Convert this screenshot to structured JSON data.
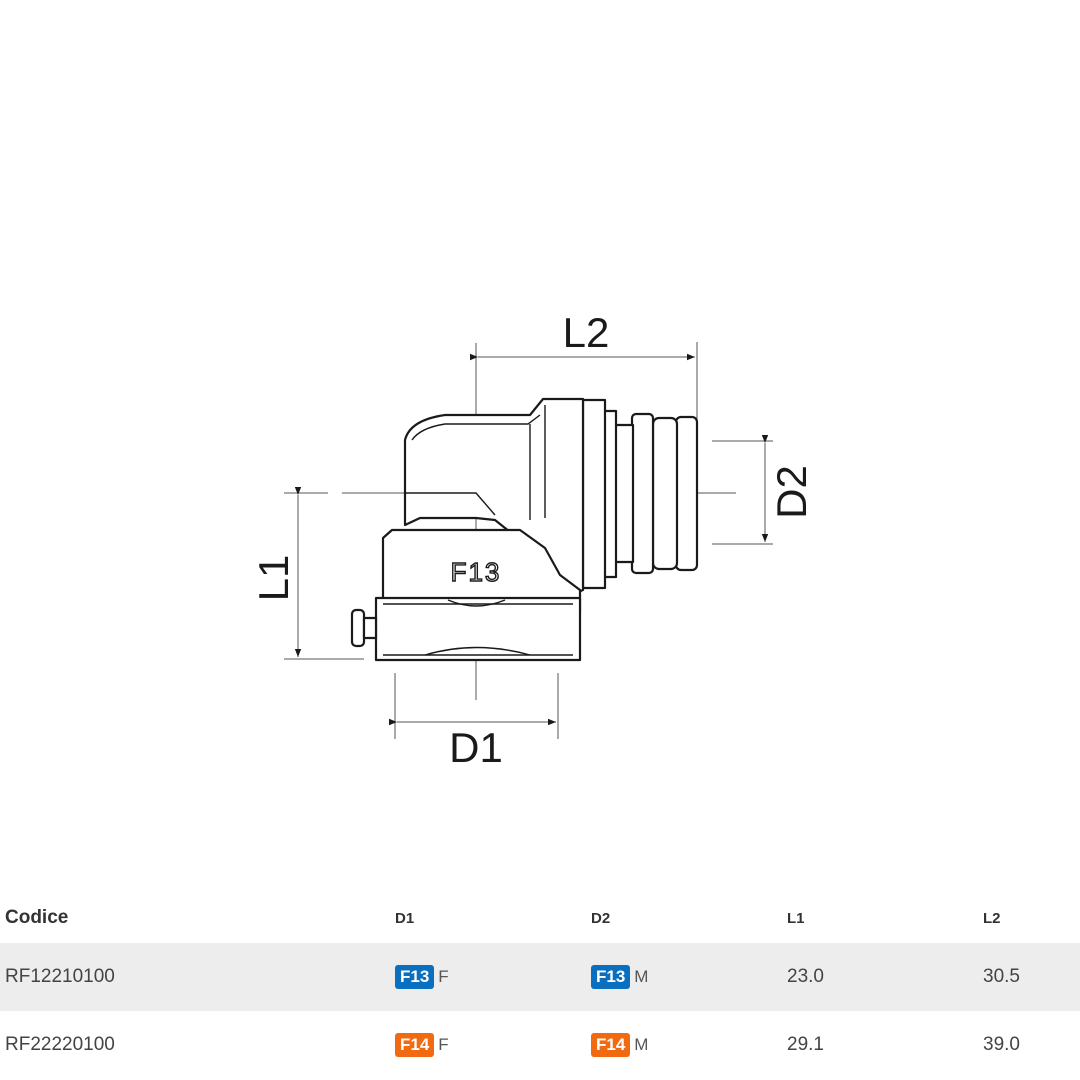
{
  "drawing": {
    "dimension_labels": {
      "L2": "L2",
      "D2": "D2",
      "L1": "L1",
      "D1": "D1"
    },
    "part_marking": "F13"
  },
  "table": {
    "headers": [
      "Codice",
      "D1",
      "D2",
      "L1",
      "L2"
    ],
    "rows": [
      {
        "codice": "RF12210100",
        "d1": {
          "badge": "F13",
          "type": "F",
          "color": "#0a6fbf"
        },
        "d2": {
          "badge": "F13",
          "type": "M",
          "color": "#0a6fbf"
        },
        "l1": "23.0",
        "l2": "30.5"
      },
      {
        "codice": "RF22220100",
        "d1": {
          "badge": "F14",
          "type": "F",
          "color": "#f26a0f"
        },
        "d2": {
          "badge": "F14",
          "type": "M",
          "color": "#f26a0f"
        },
        "l1": "29.1",
        "l2": "39.0"
      }
    ]
  },
  "colors": {
    "row_shade": "#ededed",
    "f13": "#0a6fbf",
    "f14": "#f26a0f"
  }
}
